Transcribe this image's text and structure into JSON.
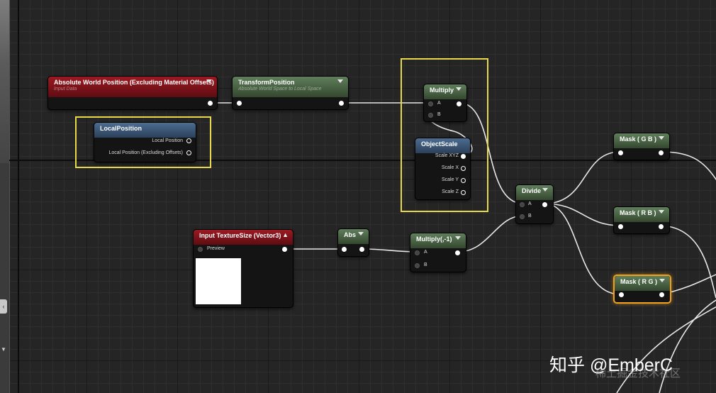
{
  "nodes": {
    "absolute_world_position": {
      "title": "Absolute World Position (Excluding Material Offsets)",
      "subtitle": "Input Data"
    },
    "transform_position": {
      "title": "TransformPosition",
      "subtitle": "Absolute World Space to Local Space"
    },
    "local_position": {
      "title": "LocalPosition",
      "outputs": [
        "Local Position",
        "Local Position (Excluding Offsets)"
      ]
    },
    "multiply": {
      "title": "Multiply",
      "inputs": [
        "A",
        "B"
      ]
    },
    "object_scale": {
      "title": "ObjectScale",
      "outputs": [
        "Scale XYZ",
        "Scale X",
        "Scale Y",
        "Scale Z"
      ]
    },
    "divide": {
      "title": "Divide",
      "inputs": [
        "A",
        "B"
      ]
    },
    "mask_gb": {
      "title": "Mask ( G B )"
    },
    "mask_rb": {
      "title": "Mask ( R B )"
    },
    "mask_rg": {
      "title": "Mask ( R G )"
    },
    "input_texture_size": {
      "title": "Input TextureSize (Vector3)",
      "preview_label": "Preview"
    },
    "abs": {
      "title": "Abs"
    },
    "multiply_neg": {
      "title": "Multiply(,-1)",
      "inputs": [
        "A",
        "B"
      ]
    }
  },
  "watermark": {
    "text": "知乎 @EmberC",
    "subtext": "稀土掘金技术社区"
  },
  "colors": {
    "material_input": "#9c1a22",
    "function": "#5f7f5b",
    "parameter": "#4c6c90",
    "comment_frame": "#e8d84c",
    "selection": "#f0a020"
  }
}
